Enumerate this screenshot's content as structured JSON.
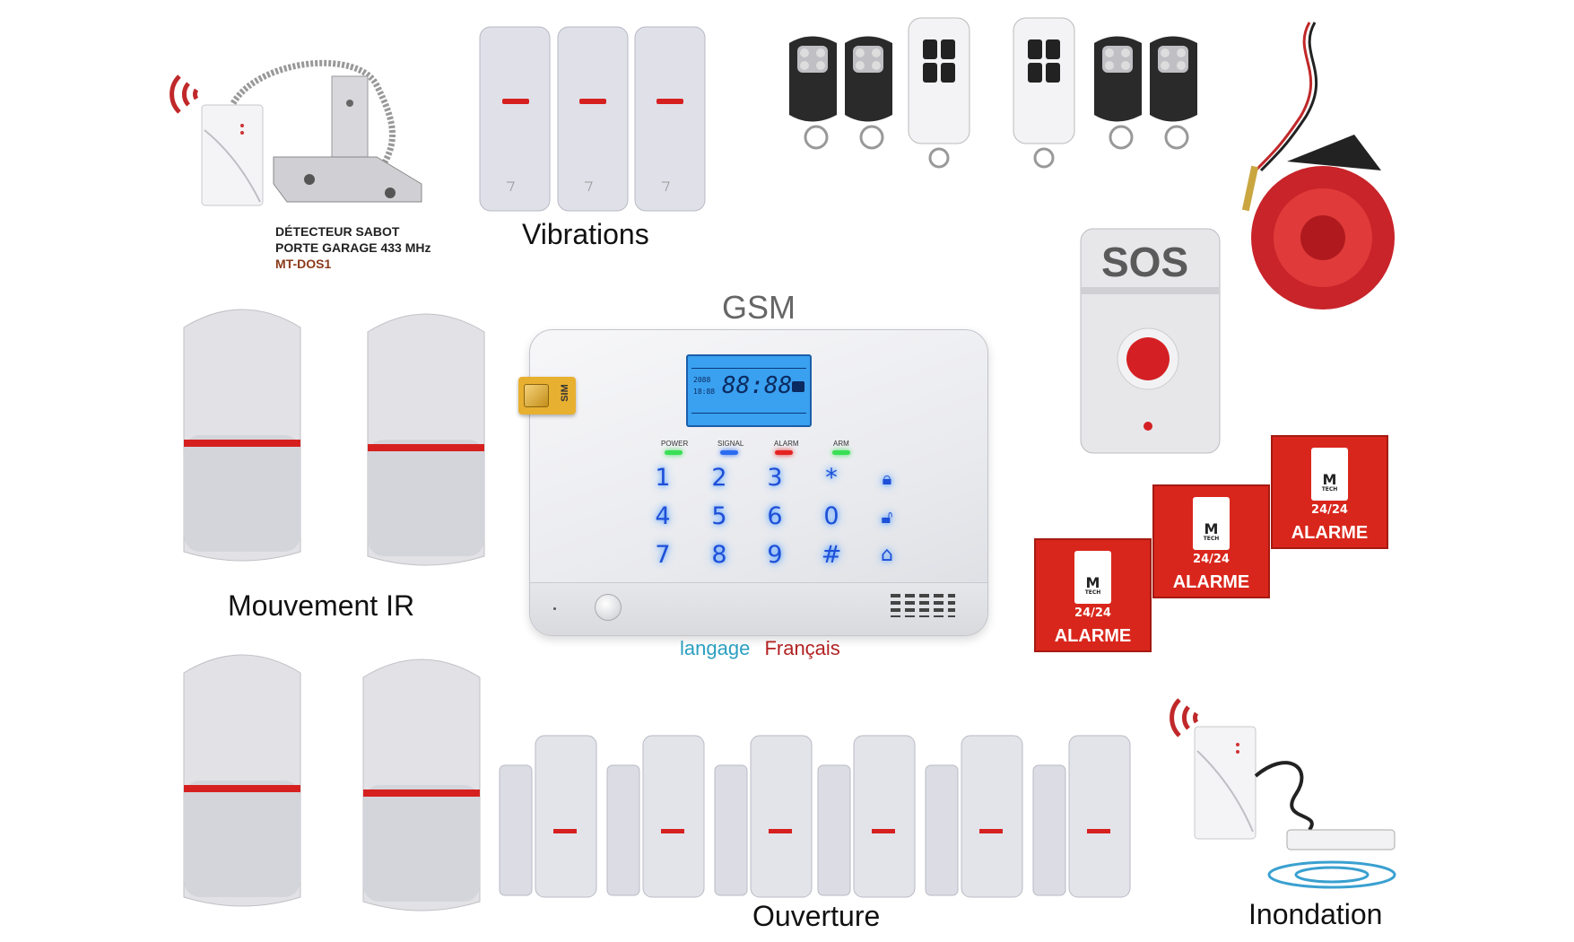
{
  "captions": {
    "garage_line1": "DÉTECTEUR  SABOT",
    "garage_line2": "PORTE GARAGE 433 MHz",
    "garage_model": "MT-DOS1",
    "vibrations": "Vibrations",
    "gsm": "GSM",
    "mouvement": "Mouvement IR",
    "langage": "langage",
    "langue": "Français",
    "ouverture": "Ouverture",
    "inondation": "Inondation",
    "sos": "SOS",
    "sim": "SIM"
  },
  "panel": {
    "lcd_time": "88:88",
    "lcd_small_1": "2088",
    "lcd_small_2": "18:88",
    "leds": [
      "POWER",
      "SIGNAL",
      "ALARM",
      "ARM"
    ],
    "keys": [
      "1",
      "2",
      "3",
      "*",
      "4",
      "5",
      "6",
      "0",
      "7",
      "8",
      "9",
      "#"
    ]
  },
  "sticker": {
    "hours": "24/24",
    "alarm_label": "ALARME",
    "logo_letter": "M",
    "logo_sub": "TECH"
  },
  "colors": {
    "accent_red": "#d9261c",
    "key_blue": "#1e4fd8",
    "lcd_blue": "#3aa0f0",
    "langage_teal": "#2b9fc0",
    "langue_red": "#b22222"
  }
}
